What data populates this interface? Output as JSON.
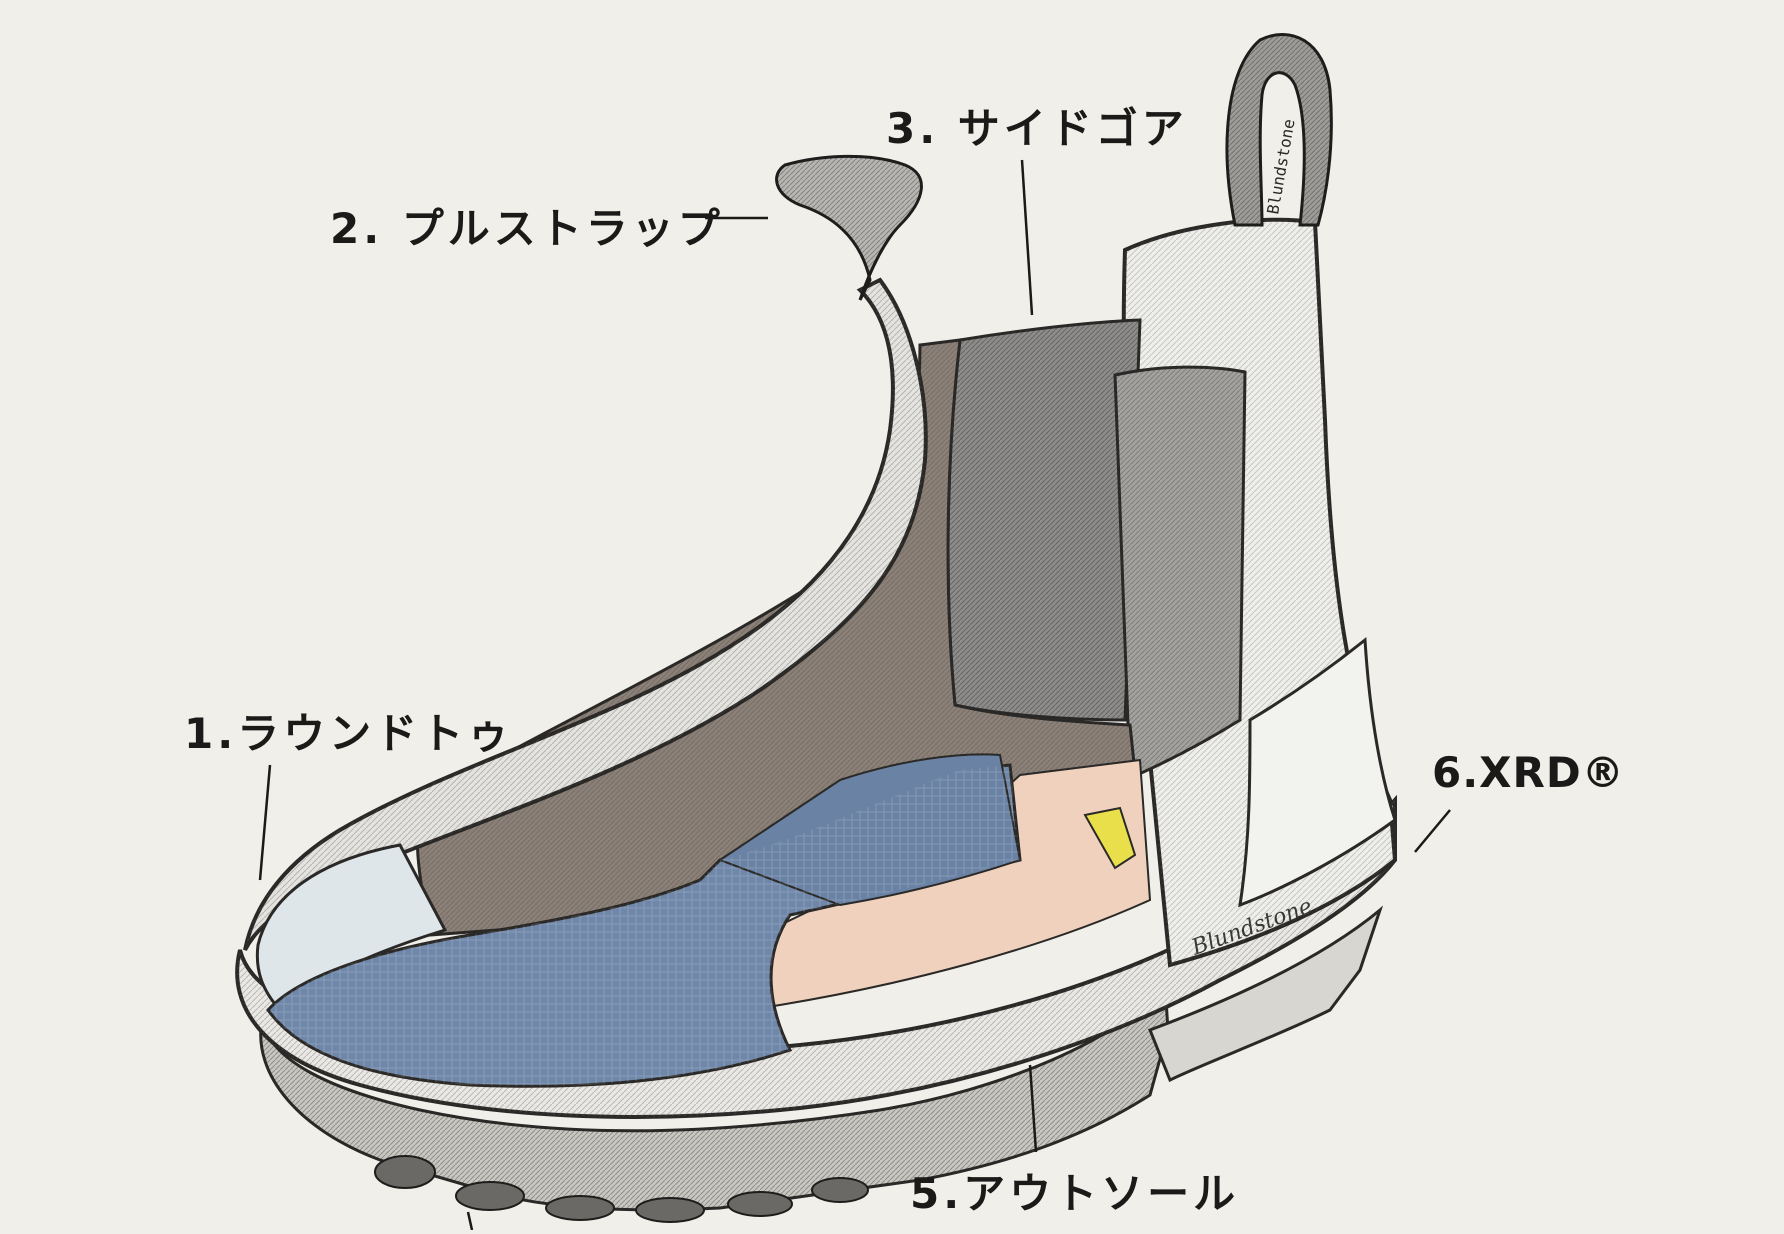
{
  "diagram": {
    "callouts": [
      {
        "id": "1",
        "label": "1.ラウンドトゥ"
      },
      {
        "id": "2",
        "label": "2. プルストラップ"
      },
      {
        "id": "3",
        "label": "3. サイドゴア"
      },
      {
        "id": "5",
        "label": "5.アウトソール"
      },
      {
        "id": "6",
        "label": "6.XRD®"
      }
    ],
    "strap_text": "Blundstone",
    "colors": {
      "background": "#f1efe9",
      "insole": "#6f87a8",
      "midsole": "#efd1bd",
      "toe_cap": "#dfe6ea",
      "xrd_pad": "#e8df4a",
      "gore": "#8d8c8a",
      "lining": "#8c8178",
      "leather_outline": "#2a2927",
      "text": "#1b1a18"
    }
  }
}
